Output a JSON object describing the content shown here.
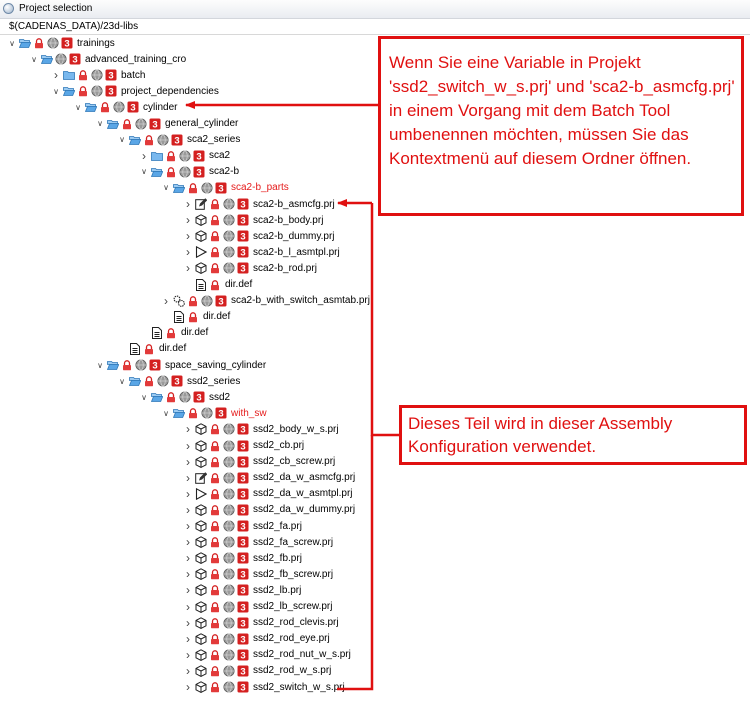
{
  "window": {
    "title": "Project selection"
  },
  "path": "$(CADENAS_DATA)/23d-libs",
  "tree": [
    {
      "label": "trainings",
      "level": 0,
      "chevron": "down",
      "icons": [
        "folder-open",
        "lock",
        "globe",
        "badge-3"
      ]
    },
    {
      "label": "advanced_training_cro",
      "level": 1,
      "chevron": "down",
      "icons": [
        "folder-open",
        "globe",
        "badge-3"
      ]
    },
    {
      "label": "batch",
      "level": 2,
      "chevron": "right",
      "icons": [
        "folder",
        "lock",
        "globe",
        "badge-3"
      ]
    },
    {
      "label": "project_dependencies",
      "level": 2,
      "chevron": "down",
      "icons": [
        "folder-open",
        "lock",
        "globe",
        "badge-3"
      ]
    },
    {
      "label": "cylinder",
      "level": 3,
      "chevron": "down",
      "icons": [
        "folder-open",
        "lock",
        "globe",
        "badge-3"
      ]
    },
    {
      "label": "general_cylinder",
      "level": 4,
      "chevron": "down",
      "icons": [
        "folder-open",
        "lock",
        "globe",
        "badge-3"
      ]
    },
    {
      "label": "sca2_series",
      "level": 5,
      "chevron": "down",
      "icons": [
        "folder-open",
        "lock",
        "globe",
        "badge-3"
      ]
    },
    {
      "label": "sca2",
      "level": 6,
      "chevron": "right",
      "icons": [
        "folder",
        "lock",
        "globe",
        "badge-3"
      ]
    },
    {
      "label": "sca2-b",
      "level": 6,
      "chevron": "down",
      "icons": [
        "folder-open",
        "lock",
        "globe",
        "badge-3"
      ]
    },
    {
      "label": "sca2-b_parts",
      "level": 7,
      "chevron": "down",
      "red": true,
      "icons": [
        "folder-open",
        "lock",
        "globe",
        "badge-3"
      ]
    },
    {
      "label": "sca2-b_asmcfg.prj",
      "level": 8,
      "chevron": "right",
      "icons": [
        "edit",
        "lock",
        "globe",
        "badge-3"
      ]
    },
    {
      "label": "sca2-b_body.prj",
      "level": 8,
      "chevron": "right",
      "icons": [
        "cube",
        "lock",
        "globe",
        "badge-3"
      ]
    },
    {
      "label": "sca2-b_dummy.prj",
      "level": 8,
      "chevron": "right",
      "icons": [
        "cube",
        "lock",
        "globe",
        "badge-3"
      ]
    },
    {
      "label": "sca2-b_l_asmtpl.prj",
      "level": 8,
      "chevron": "right",
      "icons": [
        "triangle",
        "lock",
        "globe",
        "badge-3"
      ]
    },
    {
      "label": "sca2-b_rod.prj",
      "level": 8,
      "chevron": "right",
      "icons": [
        "cube",
        "lock",
        "globe",
        "badge-3"
      ]
    },
    {
      "label": "dir.def",
      "level": 8,
      "chevron": "none",
      "icons": [
        "doc",
        "lock"
      ]
    },
    {
      "label": "sca2-b_with_switch_asmtab.prj",
      "level": 7,
      "chevron": "right",
      "icons": [
        "gears",
        "lock",
        "globe",
        "badge-3"
      ]
    },
    {
      "label": "dir.def",
      "level": 7,
      "chevron": "none",
      "icons": [
        "doc",
        "lock"
      ]
    },
    {
      "label": "dir.def",
      "level": 6,
      "chevron": "none",
      "icons": [
        "doc",
        "lock"
      ]
    },
    {
      "label": "dir.def",
      "level": 5,
      "chevron": "none",
      "icons": [
        "doc",
        "lock"
      ]
    },
    {
      "label": "space_saving_cylinder",
      "level": 4,
      "chevron": "down",
      "icons": [
        "folder-open",
        "lock",
        "globe",
        "badge-3"
      ]
    },
    {
      "label": "ssd2_series",
      "level": 5,
      "chevron": "down",
      "icons": [
        "folder-open",
        "lock",
        "globe",
        "badge-3"
      ]
    },
    {
      "label": "ssd2",
      "level": 6,
      "chevron": "down",
      "icons": [
        "folder-open",
        "lock",
        "globe",
        "badge-3"
      ]
    },
    {
      "label": "with_sw",
      "level": 7,
      "chevron": "down",
      "red": true,
      "icons": [
        "folder-open",
        "lock",
        "globe",
        "badge-3"
      ]
    },
    {
      "label": "ssd2_body_w_s.prj",
      "level": 8,
      "chevron": "right",
      "icons": [
        "cube",
        "lock",
        "globe",
        "badge-3"
      ]
    },
    {
      "label": "ssd2_cb.prj",
      "level": 8,
      "chevron": "right",
      "icons": [
        "cube",
        "lock",
        "globe",
        "badge-3"
      ]
    },
    {
      "label": "ssd2_cb_screw.prj",
      "level": 8,
      "chevron": "right",
      "icons": [
        "cube",
        "lock",
        "globe",
        "badge-3"
      ]
    },
    {
      "label": "ssd2_da_w_asmcfg.prj",
      "level": 8,
      "chevron": "right",
      "icons": [
        "edit",
        "lock",
        "globe",
        "badge-3"
      ]
    },
    {
      "label": "ssd2_da_w_asmtpl.prj",
      "level": 8,
      "chevron": "right",
      "icons": [
        "triangle",
        "lock",
        "globe",
        "badge-3"
      ]
    },
    {
      "label": "ssd2_da_w_dummy.prj",
      "level": 8,
      "chevron": "right",
      "icons": [
        "cube",
        "lock",
        "globe",
        "badge-3"
      ]
    },
    {
      "label": "ssd2_fa.prj",
      "level": 8,
      "chevron": "right",
      "icons": [
        "cube",
        "lock",
        "globe",
        "badge-3"
      ]
    },
    {
      "label": "ssd2_fa_screw.prj",
      "level": 8,
      "chevron": "right",
      "icons": [
        "cube",
        "lock",
        "globe",
        "badge-3"
      ]
    },
    {
      "label": "ssd2_fb.prj",
      "level": 8,
      "chevron": "right",
      "icons": [
        "cube",
        "lock",
        "globe",
        "badge-3"
      ]
    },
    {
      "label": "ssd2_fb_screw.prj",
      "level": 8,
      "chevron": "right",
      "icons": [
        "cube",
        "lock",
        "globe",
        "badge-3"
      ]
    },
    {
      "label": "ssd2_lb.prj",
      "level": 8,
      "chevron": "right",
      "icons": [
        "cube",
        "lock",
        "globe",
        "badge-3"
      ]
    },
    {
      "label": "ssd2_lb_screw.prj",
      "level": 8,
      "chevron": "right",
      "icons": [
        "cube",
        "lock",
        "globe",
        "badge-3"
      ]
    },
    {
      "label": "ssd2_rod_clevis.prj",
      "level": 8,
      "chevron": "right",
      "icons": [
        "cube",
        "lock",
        "globe",
        "badge-3"
      ]
    },
    {
      "label": "ssd2_rod_eye.prj",
      "level": 8,
      "chevron": "right",
      "icons": [
        "cube",
        "lock",
        "globe",
        "badge-3"
      ]
    },
    {
      "label": "ssd2_rod_nut_w_s.prj",
      "level": 8,
      "chevron": "right",
      "icons": [
        "cube",
        "lock",
        "globe",
        "badge-3"
      ]
    },
    {
      "label": "ssd2_rod_w_s.prj",
      "level": 8,
      "chevron": "right",
      "icons": [
        "cube",
        "lock",
        "globe",
        "badge-3"
      ]
    },
    {
      "label": "ssd2_switch_w_s.prj",
      "level": 8,
      "chevron": "right",
      "icons": [
        "cube",
        "lock",
        "globe",
        "badge-3"
      ]
    }
  ],
  "annotations": {
    "callout1": "Wenn Sie eine Variable in Projekt 'ssd2_switch_w_s.prj' und 'sca2-b_asmcfg.prj' in einem Vorgang mit dem Batch Tool umbenennen möchten, müssen Sie das Kontextmenü auf diesem Ordner öffnen.",
    "callout2": "Dieses Teil wird in dieser Assembly Konfiguration verwendet."
  },
  "colors": {
    "annotation": "#e01010",
    "highlight_label": "#e51b1b",
    "folder": "#5aa6e6",
    "badge": "#d42020"
  }
}
